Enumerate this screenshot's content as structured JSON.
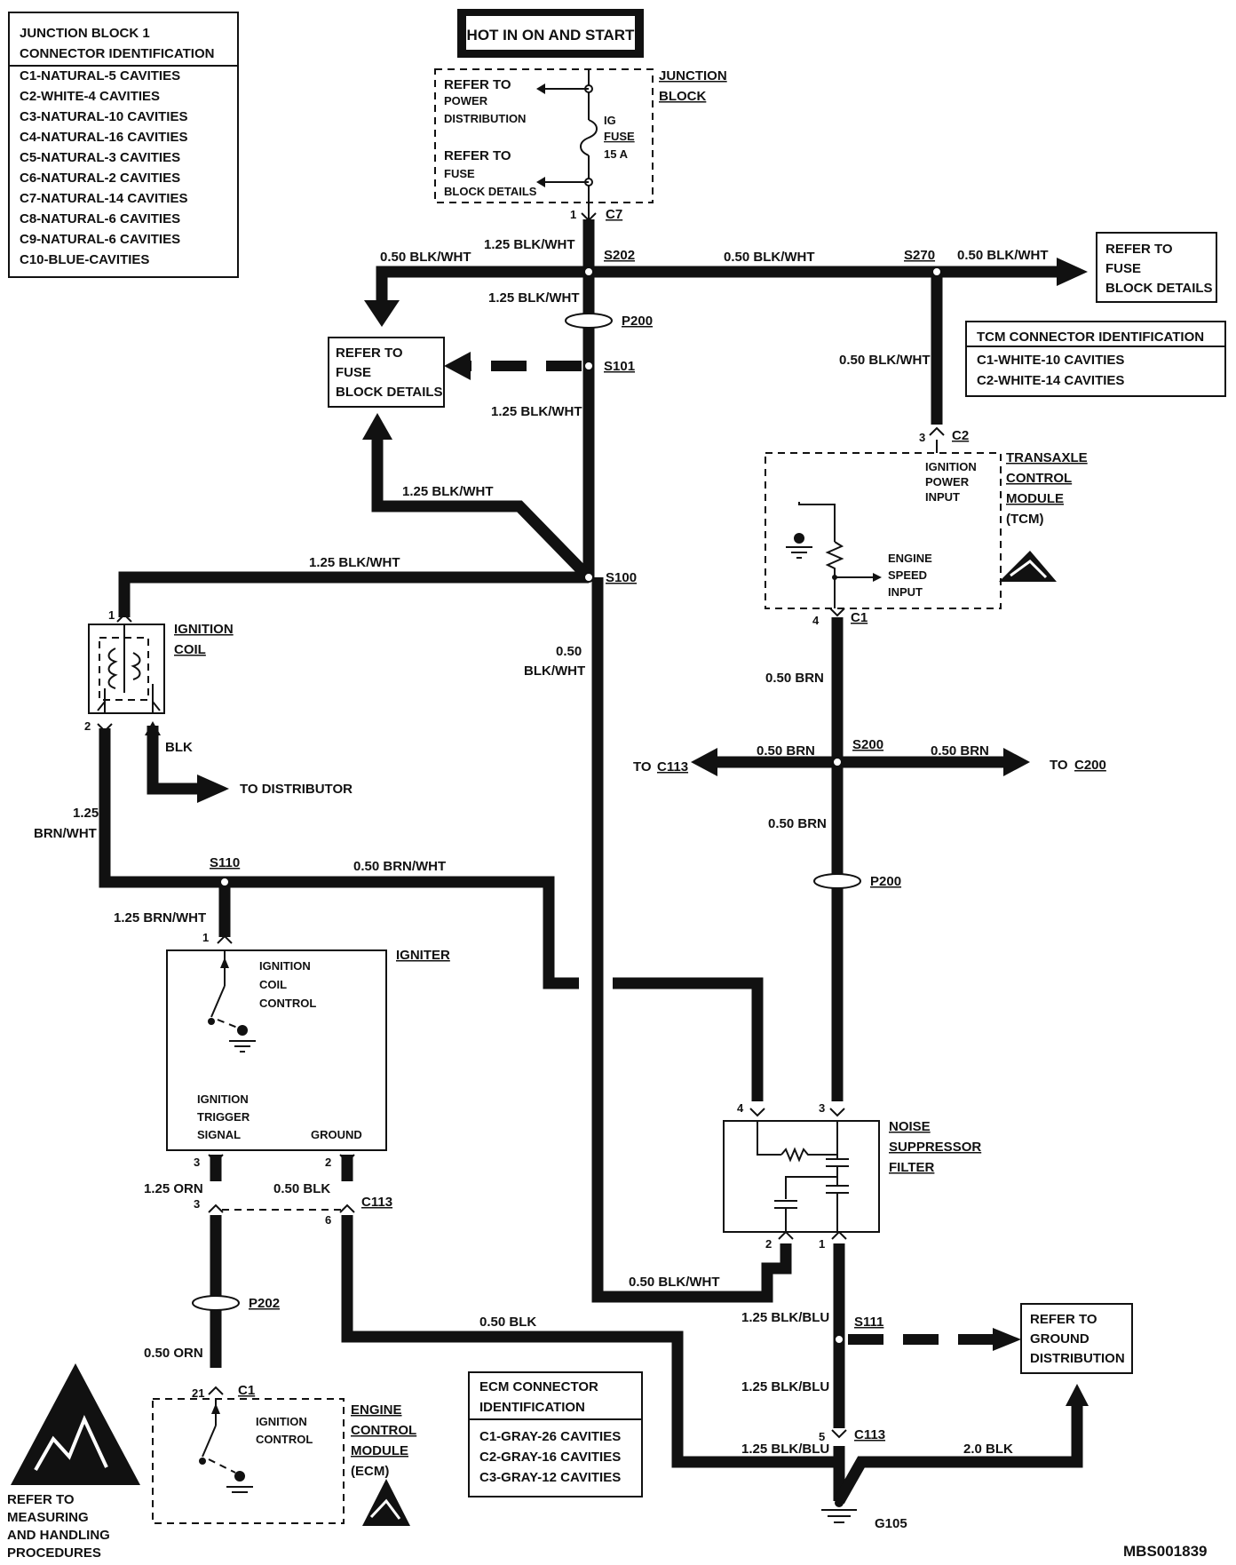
{
  "header_box": "HOT IN ON AND START",
  "diagram_id": "MBS001839",
  "junction_block_table": {
    "title_lines": [
      "JUNCTION BLOCK 1",
      "CONNECTOR IDENTIFICATION"
    ],
    "rows": [
      "C1-NATURAL-5 CAVITIES",
      "C2-WHITE-4 CAVITIES",
      "C3-NATURAL-10 CAVITIES",
      "C4-NATURAL-16 CAVITIES",
      "C5-NATURAL-3 CAVITIES",
      "C6-NATURAL-2 CAVITIES",
      "C7-NATURAL-14 CAVITIES",
      "C8-NATURAL-6 CAVITIES",
      "C9-NATURAL-6 CAVITIES",
      "C10-BLUE-CAVITIES"
    ]
  },
  "tcm_table": {
    "title": "TCM CONNECTOR IDENTIFICATION",
    "rows": [
      "C1-WHITE-10 CAVITIES",
      "C2-WHITE-14 CAVITIES"
    ]
  },
  "ecm_table": {
    "title_lines": [
      "ECM CONNECTOR",
      "IDENTIFICATION"
    ],
    "rows": [
      "C1-GRAY-26 CAVITIES",
      "C2-GRAY-16 CAVITIES",
      "C3-GRAY-12 CAVITIES"
    ]
  },
  "junction_block": {
    "name_lines": [
      "JUNCTION",
      "BLOCK"
    ],
    "refer_power": [
      "REFER TO",
      "POWER",
      "DISTRIBUTION"
    ],
    "refer_fuse": [
      "REFER TO",
      "FUSE",
      "BLOCK DETAILS"
    ],
    "fuse_lines": [
      "IG",
      "FUSE",
      "15 A"
    ],
    "pin": "1",
    "connector": "C7"
  },
  "refer_fuse_right": [
    "REFER TO",
    "FUSE",
    "BLOCK DETAILS"
  ],
  "refer_fuse_left": [
    "REFER TO",
    "FUSE",
    "BLOCK DETAILS"
  ],
  "refer_ground": [
    "REFER TO",
    "GROUND",
    "DISTRIBUTION"
  ],
  "esd_note": [
    "REFER TO",
    "MEASURING",
    "AND HANDLING",
    "PROCEDURES"
  ],
  "tcm": {
    "name_lines": [
      "TRANSAXLE",
      "CONTROL",
      "MODULE",
      "(TCM)"
    ],
    "ign_input": [
      "IGNITION",
      "POWER",
      "INPUT"
    ],
    "speed_input": [
      "ENGINE",
      "SPEED",
      "INPUT"
    ],
    "pin_top": "3",
    "conn_top": "C2",
    "pin_bottom": "4",
    "conn_bottom": "C1"
  },
  "ignition_coil": {
    "name_lines": [
      "IGNITION",
      "COIL"
    ],
    "pin_top": "1",
    "pin_bottom": "2",
    "ground_wire": "BLK",
    "to_distributor": "TO DISTRIBUTOR"
  },
  "igniter": {
    "name": "IGNITER",
    "coil_control": [
      "IGNITION",
      "COIL",
      "CONTROL"
    ],
    "trigger": [
      "IGNITION",
      "TRIGGER",
      "SIGNAL"
    ],
    "ground": "GROUND",
    "pin_top": "1",
    "pin_trigger": "3",
    "pin_ground": "2"
  },
  "ecm": {
    "name_lines": [
      "ENGINE",
      "CONTROL",
      "MODULE",
      "(ECM)"
    ],
    "ign_control": [
      "IGNITION",
      "CONTROL"
    ],
    "pin": "21",
    "connector": "C1"
  },
  "noise_filter": {
    "name_lines": [
      "NOISE",
      "SUPPRESSOR",
      "FILTER"
    ],
    "pin4": "4",
    "pin3": "3",
    "pin2": "2",
    "pin1": "1"
  },
  "c113_left": {
    "pin_a": "3",
    "pin_b": "6",
    "connector": "C113"
  },
  "c113_right": {
    "pin": "5",
    "connector": "C113"
  },
  "splices": {
    "s202": "S202",
    "s270": "S270",
    "s101": "S101",
    "s100": "S100",
    "s200": "S200",
    "s110": "S110",
    "s111": "S111"
  },
  "inline": {
    "p200_top": "P200",
    "p200_right": "P200",
    "p202": "P202"
  },
  "ground": "G105",
  "to_c113": [
    "TO",
    "C113"
  ],
  "to_c200": [
    "TO",
    "C200"
  ],
  "wires": {
    "w_jb_s202": "1.25 BLK/WHT",
    "w_s202_left": "0.50 BLK/WHT",
    "w_s202_right": "0.50 BLK/WHT",
    "w_s270_right": "0.50 BLK/WHT",
    "w_s202_p200": "1.25 BLK/WHT",
    "w_s101_down": "1.25 BLK/WHT",
    "w_s270_tcm": "0.50 BLK/WHT",
    "w_s100_up": "1.25 BLK/WHT",
    "w_s100_coil": "1.25 BLK/WHT",
    "w_s100_down": [
      "0.50",
      "BLK/WHT"
    ],
    "w_tcm_down": "0.50 BRN",
    "w_s200_left": "0.50 BRN",
    "w_s200_right": "0.50 BRN",
    "w_s200_down": "0.50 BRN",
    "w_coil_s110": [
      "1.25",
      "BRN/WHT"
    ],
    "w_s110_right": "0.50 BRN/WHT",
    "w_s110_down": "1.25 BRN/WHT",
    "w_trigger": "1.25 ORN",
    "w_ground": "0.50 BLK",
    "w_ecm": "0.50 ORN",
    "w_blk_bottom": "0.50 BLK",
    "w_filter2": "0.50 BLK/WHT",
    "w_filter1": "1.25 BLK/BLU",
    "w_s111_down": "1.25 BLK/BLU",
    "w_c113_g105": "1.25 BLK/BLU",
    "w_g105_right": "2.0 BLK"
  }
}
